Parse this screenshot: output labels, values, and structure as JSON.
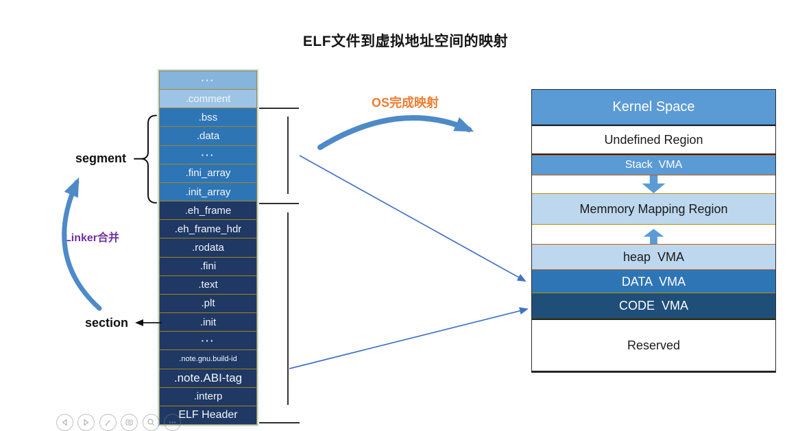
{
  "title": "ELF文件到虚拟地址空间的映射",
  "annotations": {
    "segment_label": "segment",
    "section_label": "section",
    "linker_label": "Linker合并",
    "os_label": "OS完成映射"
  },
  "elf_file": {
    "cells": [
      {
        "label": "···",
        "tone": "light1",
        "dots": true
      },
      {
        "label": ".comment",
        "tone": "light2"
      },
      {
        "label": ".bss",
        "tone": "mid"
      },
      {
        "label": ".data",
        "tone": "mid"
      },
      {
        "label": "···",
        "tone": "mid",
        "dots": true
      },
      {
        "label": ".fini_array",
        "tone": "mid"
      },
      {
        "label": ".init_array",
        "tone": "mid"
      },
      {
        "label": ".eh_frame",
        "tone": "dark"
      },
      {
        "label": ".eh_frame_hdr",
        "tone": "dark"
      },
      {
        "label": ".rodata",
        "tone": "dark"
      },
      {
        "label": ".fini",
        "tone": "dark"
      },
      {
        "label": ".text",
        "tone": "dark"
      },
      {
        "label": ".plt",
        "tone": "dark"
      },
      {
        "label": ".init",
        "tone": "dark"
      },
      {
        "label": "···",
        "tone": "dark",
        "dots": true
      },
      {
        "label": ".note.gnu.build-id",
        "tone": "dark",
        "fs": 11
      },
      {
        "label": ".note.ABI-tag",
        "tone": "dark",
        "fs": 17
      },
      {
        "label": ".interp",
        "tone": "dark"
      },
      {
        "label": "ELF Header",
        "tone": "dark",
        "fs": 16
      }
    ]
  },
  "memory_space": {
    "regions": [
      {
        "name": "kernel-space",
        "label": "Kernel Space",
        "tone": "blue",
        "h": 51,
        "fs": 20
      },
      {
        "name": "undefined-region",
        "label": "Undefined Region",
        "tone": "white",
        "h": 44,
        "fs": 18
      },
      {
        "name": "stack-vma",
        "label": "Stack  VMA",
        "tone": "blue2",
        "h": 30,
        "fs": 16
      },
      {
        "name": "gap-stack-grow",
        "label": "",
        "tone": "gap",
        "h": 26,
        "arrow": "down"
      },
      {
        "name": "memory-mapping-region",
        "label": "Memmory Mapping Region",
        "tone": "light",
        "h": 46,
        "fs": 18
      },
      {
        "name": "gap-heap-grow",
        "label": "",
        "tone": "gap",
        "h": 28,
        "arrow": "up"
      },
      {
        "name": "heap-vma",
        "label": "heap  VMA",
        "tone": "light2",
        "h": 38,
        "fs": 18
      },
      {
        "name": "data-vma",
        "label": "DATA  VMA",
        "tone": "mid",
        "h": 34,
        "fs": 18
      },
      {
        "name": "code-vma",
        "label": "CODE  VMA",
        "tone": "dark",
        "h": 37,
        "fs": 18
      },
      {
        "name": "reserved",
        "label": "Reserved",
        "tone": "white",
        "h": 78,
        "fs": 18
      }
    ]
  },
  "colors": {
    "cell_light1": "#85B4DC",
    "cell_light2": "#9DC3E6",
    "cell_mid": "#2E75B6",
    "cell_dark": "#1F3864",
    "cell_border_gold": "#A5861B",
    "region_blue": "#5B9BD5",
    "region_light": "#BDD7EE",
    "region_mid": "#2E75B6",
    "region_dark": "#1F4E79",
    "thin_arrow_blue": "#4472C4",
    "thick_arrow_blue": "#4E8AC8",
    "os_label_color": "#ED7D31",
    "linker_label_color": "#7030A0"
  },
  "viewer_controls": [
    {
      "name": "previous",
      "icon": "prev-arrow-icon"
    },
    {
      "name": "next",
      "icon": "next-arrow-icon"
    },
    {
      "name": "annotate",
      "icon": "pen-icon"
    },
    {
      "name": "slideshow",
      "icon": "slideshow-icon"
    },
    {
      "name": "zoom",
      "icon": "magnifier-icon"
    },
    {
      "name": "more",
      "icon": "more-dots-icon"
    }
  ]
}
